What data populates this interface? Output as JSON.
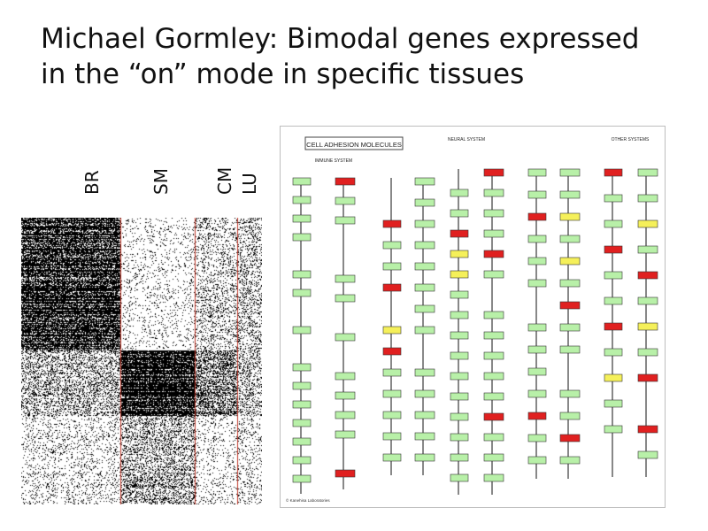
{
  "slide": {
    "title_line1": "Michael Gormley: Bimodal genes expressed",
    "title_line2": "in the “on” mode in specific tissues"
  },
  "heatmap": {
    "column_labels": [
      "BR",
      "SM",
      "CM",
      "LU"
    ],
    "colors": {
      "on": "#000000",
      "off": "#ffffff",
      "divider": "#c0392b"
    }
  },
  "pathway": {
    "header": "CELL ADHESION MOLECULES",
    "sections": [
      "IMMUNE SYSTEM",
      "NEURAL SYSTEM",
      "OTHER SYSTEMS"
    ],
    "footer": "© Kanehisa Laboratories",
    "colors": {
      "green": "#b8f0a8",
      "red": "#e02020",
      "yellow": "#f5f05a",
      "line": "#888888"
    }
  }
}
